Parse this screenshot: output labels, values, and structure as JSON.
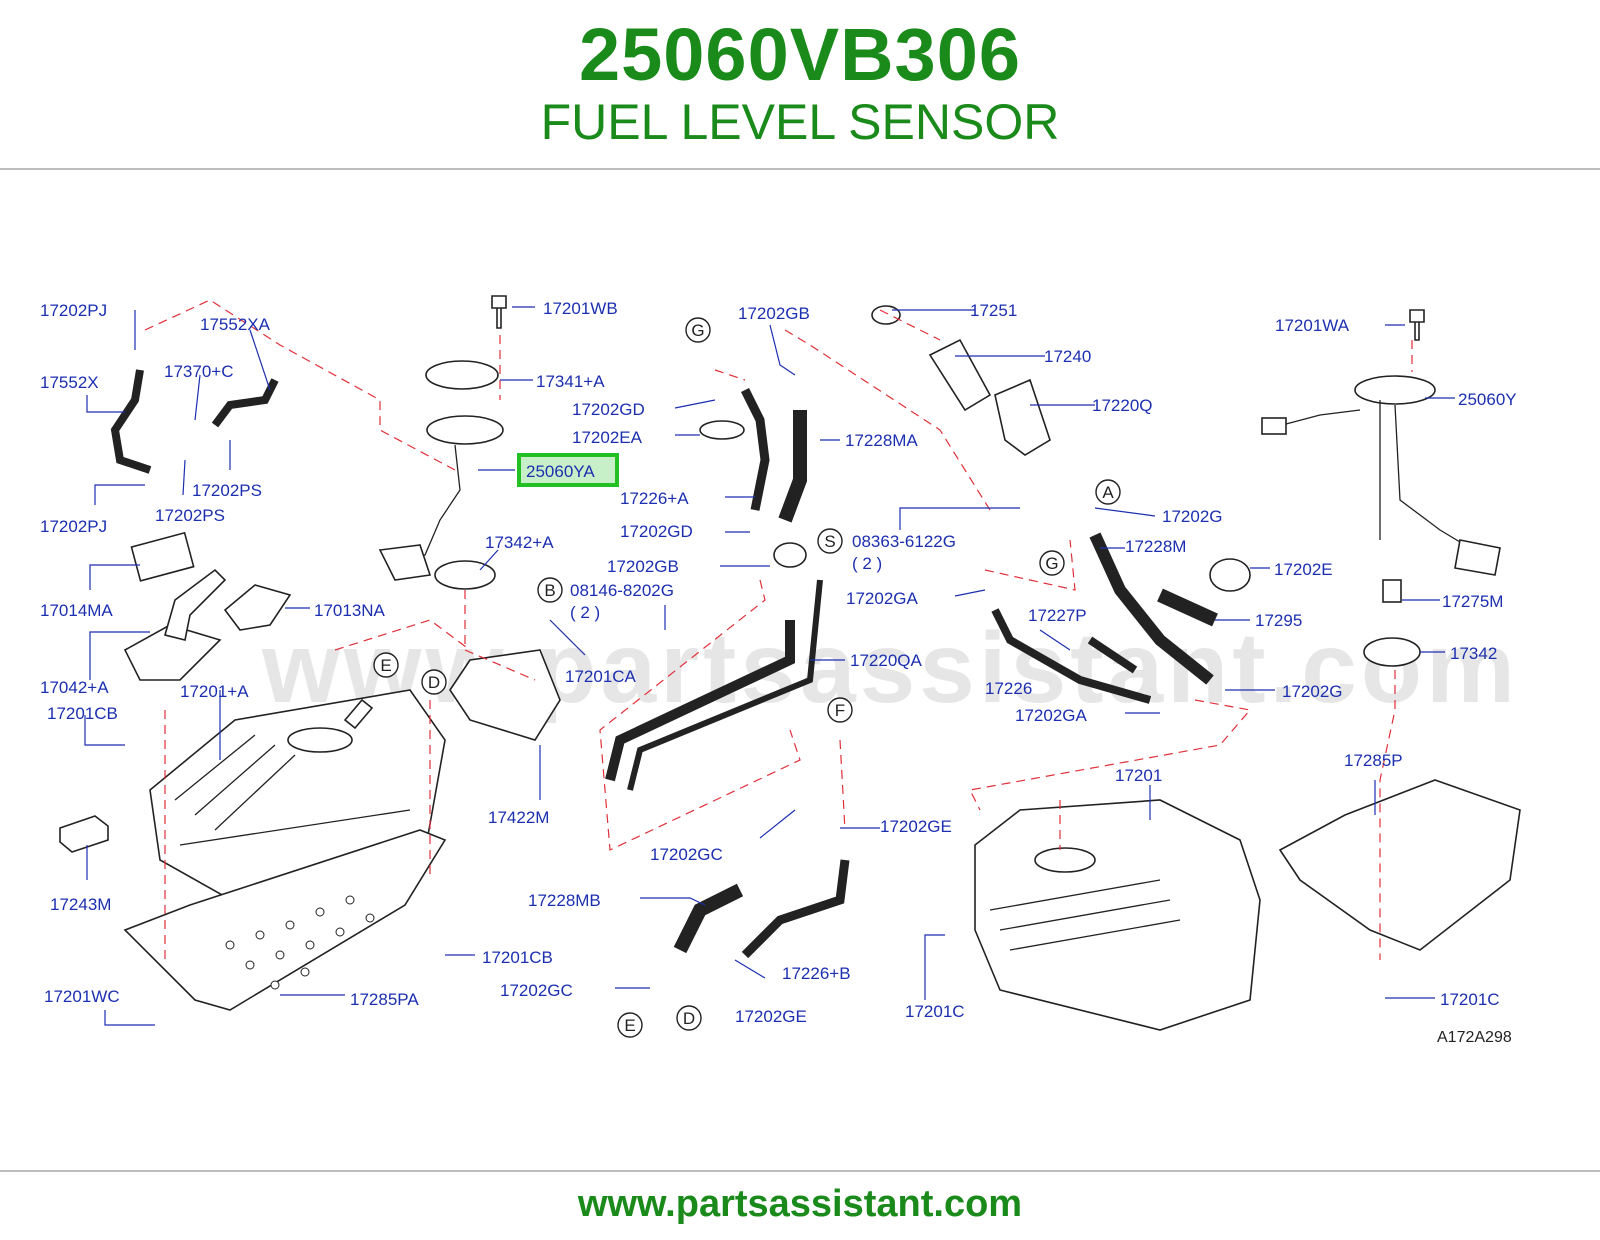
{
  "header": {
    "part_number": "25060VB306",
    "part_name": "FUEL LEVEL SENSOR"
  },
  "footer": {
    "url": "www.partsassistant.com"
  },
  "diagram": {
    "watermark": "www.partsassistant.com",
    "reference_code": "A172A298",
    "highlight_color": "#22c022",
    "labels": [
      "17202PJ",
      "17552XA",
      "17552X",
      "17370+C",
      "17202PS",
      "17202PJ",
      "17202PS",
      "17014MA",
      "17013NA",
      "17042+A",
      "17201CB",
      "17201+A",
      "17243M",
      "17201WC",
      "17285PA",
      "17201CB",
      "17422M",
      "17201WB",
      "17341+A",
      "25060YA",
      "17342+A",
      "08146-8202G",
      "( 2 )",
      "17201CA",
      "17202GB",
      "17202GD",
      "17202EA",
      "17228MA",
      "17226+A",
      "17202GD",
      "17202GB",
      "17220QA",
      "17202GC",
      "17228MB",
      "17202GC",
      "17202GE",
      "17226+B",
      "17202GE",
      "17251",
      "17240",
      "17220Q",
      "08363-6122G",
      "( 2 )",
      "17202G",
      "17228M",
      "17202E",
      "17202GA",
      "17227P",
      "17295",
      "17226",
      "17202GA",
      "17202G",
      "17201",
      "17201C",
      "17201WA",
      "25060Y",
      "17275M",
      "17342",
      "17285P",
      "17201C"
    ],
    "callouts": [
      "G",
      "G",
      "A",
      "S",
      "B",
      "E",
      "D",
      "F",
      "E",
      "D"
    ]
  }
}
